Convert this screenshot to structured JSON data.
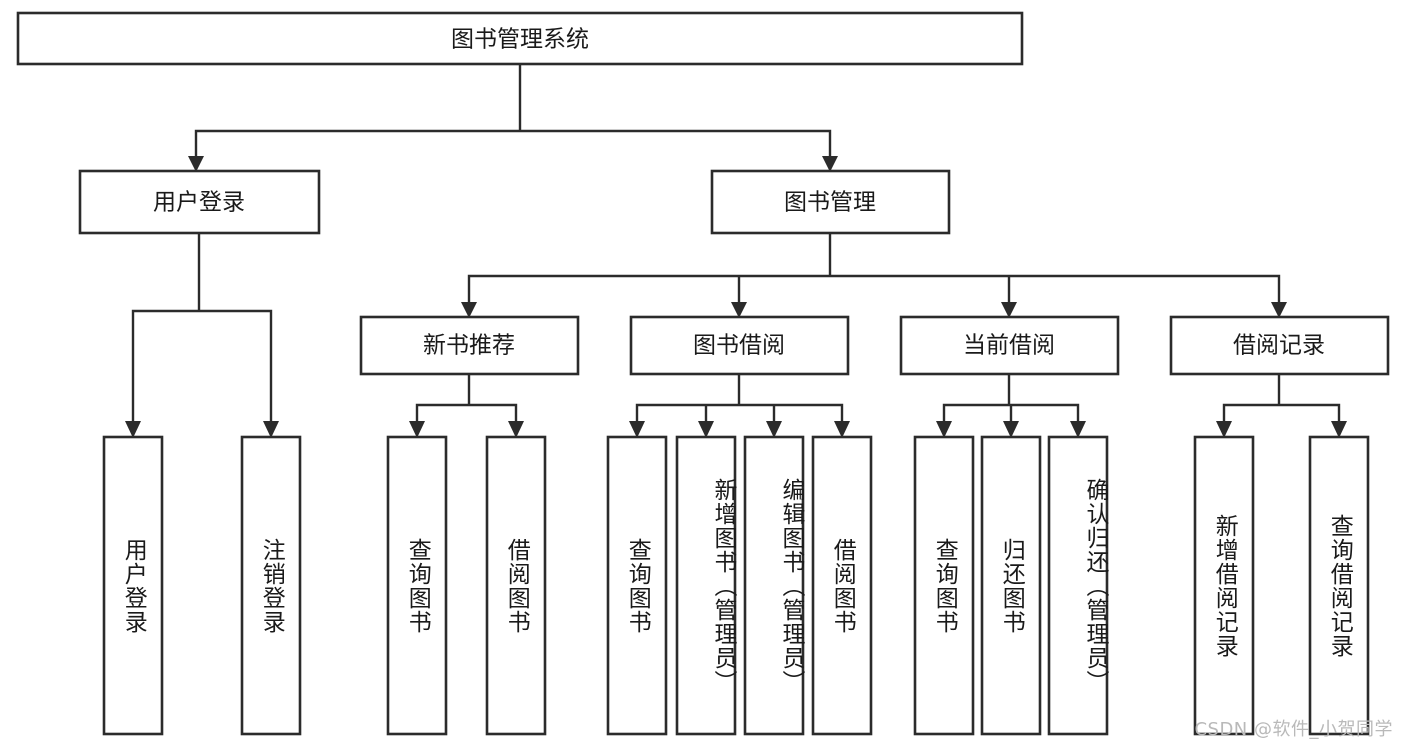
{
  "diagram": {
    "type": "tree-hierarchy",
    "title": "图书管理系统",
    "orientation": "top-down",
    "watermark": "CSDN @软件_小贺同学",
    "colors": {
      "box_stroke": "#2b2b2b",
      "box_fill": "#ffffff",
      "connector": "#2b2b2b",
      "text": "#1a1a1a",
      "watermark": "#b9b9b9",
      "background": "#ffffff"
    },
    "levels": [
      {
        "level": 1,
        "nodes": [
          {
            "id": "root",
            "label": "图书管理系统",
            "orientation": "horizontal"
          }
        ]
      },
      {
        "level": 2,
        "nodes": [
          {
            "id": "user-login",
            "label": "用户登录",
            "orientation": "horizontal",
            "parent": "root"
          },
          {
            "id": "book-manage",
            "label": "图书管理",
            "orientation": "horizontal",
            "parent": "root"
          }
        ]
      },
      {
        "level": 3,
        "nodes": [
          {
            "id": "new-book-rec",
            "label": "新书推荐",
            "orientation": "horizontal",
            "parent": "book-manage"
          },
          {
            "id": "book-borrow",
            "label": "图书借阅",
            "orientation": "horizontal",
            "parent": "book-manage"
          },
          {
            "id": "current-borrow",
            "label": "当前借阅",
            "orientation": "horizontal",
            "parent": "book-manage"
          },
          {
            "id": "borrow-record",
            "label": "借阅记录",
            "orientation": "horizontal",
            "parent": "book-manage"
          }
        ]
      },
      {
        "level": 4,
        "nodes": [
          {
            "id": "leaf-user-login",
            "label": "用户登录",
            "orientation": "vertical",
            "parent": "user-login"
          },
          {
            "id": "leaf-logout",
            "label": "注销登录",
            "orientation": "vertical",
            "parent": "user-login"
          },
          {
            "id": "leaf-query-book-1",
            "label": "查询图书",
            "orientation": "vertical",
            "parent": "new-book-rec"
          },
          {
            "id": "leaf-borrow-book-1",
            "label": "借阅图书",
            "orientation": "vertical",
            "parent": "new-book-rec"
          },
          {
            "id": "leaf-query-book-2",
            "label": "查询图书",
            "orientation": "vertical",
            "parent": "book-borrow"
          },
          {
            "id": "leaf-add-book",
            "label": "新增图书（管理员）",
            "orientation": "vertical",
            "parent": "book-borrow"
          },
          {
            "id": "leaf-edit-book",
            "label": "编辑图书（管理员）",
            "orientation": "vertical",
            "parent": "book-borrow"
          },
          {
            "id": "leaf-borrow-book-2",
            "label": "借阅图书",
            "orientation": "vertical",
            "parent": "book-borrow"
          },
          {
            "id": "leaf-query-book-3",
            "label": "查询图书",
            "orientation": "vertical",
            "parent": "current-borrow"
          },
          {
            "id": "leaf-return-book",
            "label": "归还图书",
            "orientation": "vertical",
            "parent": "current-borrow"
          },
          {
            "id": "leaf-confirm-return",
            "label": "确认归还（管理员）",
            "orientation": "vertical",
            "parent": "current-borrow"
          },
          {
            "id": "leaf-add-record",
            "label": "新增借阅记录",
            "orientation": "vertical",
            "parent": "borrow-record"
          },
          {
            "id": "leaf-query-record",
            "label": "查询借阅记录",
            "orientation": "vertical",
            "parent": "borrow-record"
          }
        ]
      }
    ]
  }
}
